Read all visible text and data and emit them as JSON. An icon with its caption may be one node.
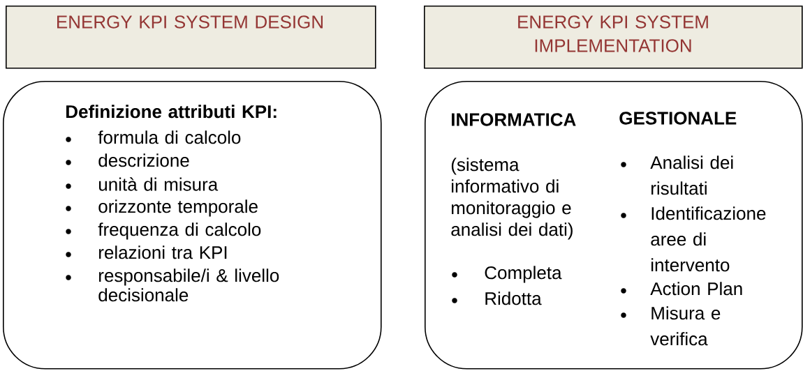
{
  "diagram": {
    "nodes": [
      {
        "text": [
          "ENERGY KPI SYSTEM DESIGN"
        ]
      },
      {
        "text": [
          "ENERGY KPI SYSTEM IMPLEMENTATION"
        ]
      },
      {
        "text": [
          "Definizione attributi KPI:",
          "formula di calcolo",
          "descrizione",
          "unità di misura",
          "orizzonte temporale",
          "frequenza di calcolo",
          "relazioni tra KPI",
          "responsabile/i & livello decisionale"
        ]
      },
      {
        "text": [
          "INFORMATICA",
          "(sistema informativo di monitoraggio e analisi dei dati)",
          "Completa",
          "Ridotta",
          "GESTIONALE",
          "Analisi dei risultati",
          "Identificazione aree di intervento",
          "Action Plan",
          "Misura e verifica"
        ]
      }
    ]
  }
}
